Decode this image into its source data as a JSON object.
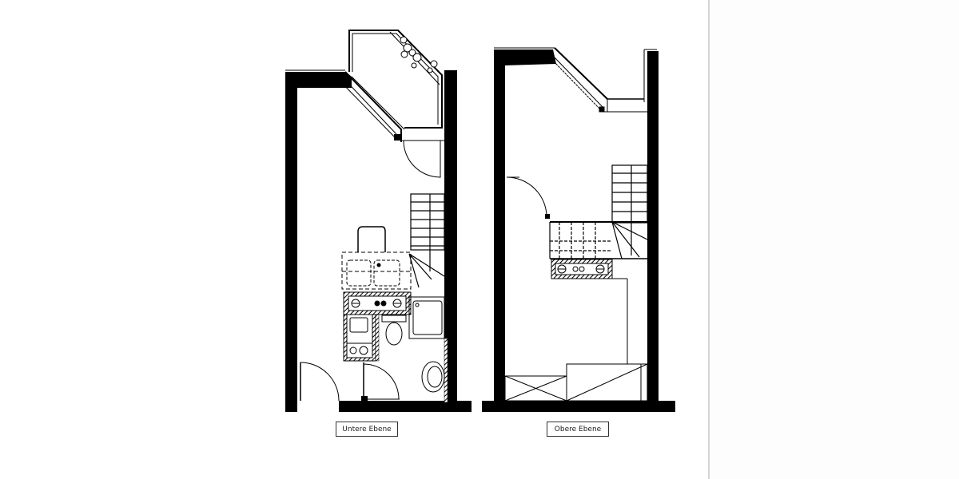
{
  "floorplan": {
    "levels": [
      {
        "id": "lower",
        "label": "Untere Ebene"
      },
      {
        "id": "upper",
        "label": "Obere Ebene"
      }
    ]
  },
  "colors": {
    "wall": "#000000",
    "line": "#111111",
    "background": "#ffffff",
    "divider": "#d4d4d4"
  }
}
